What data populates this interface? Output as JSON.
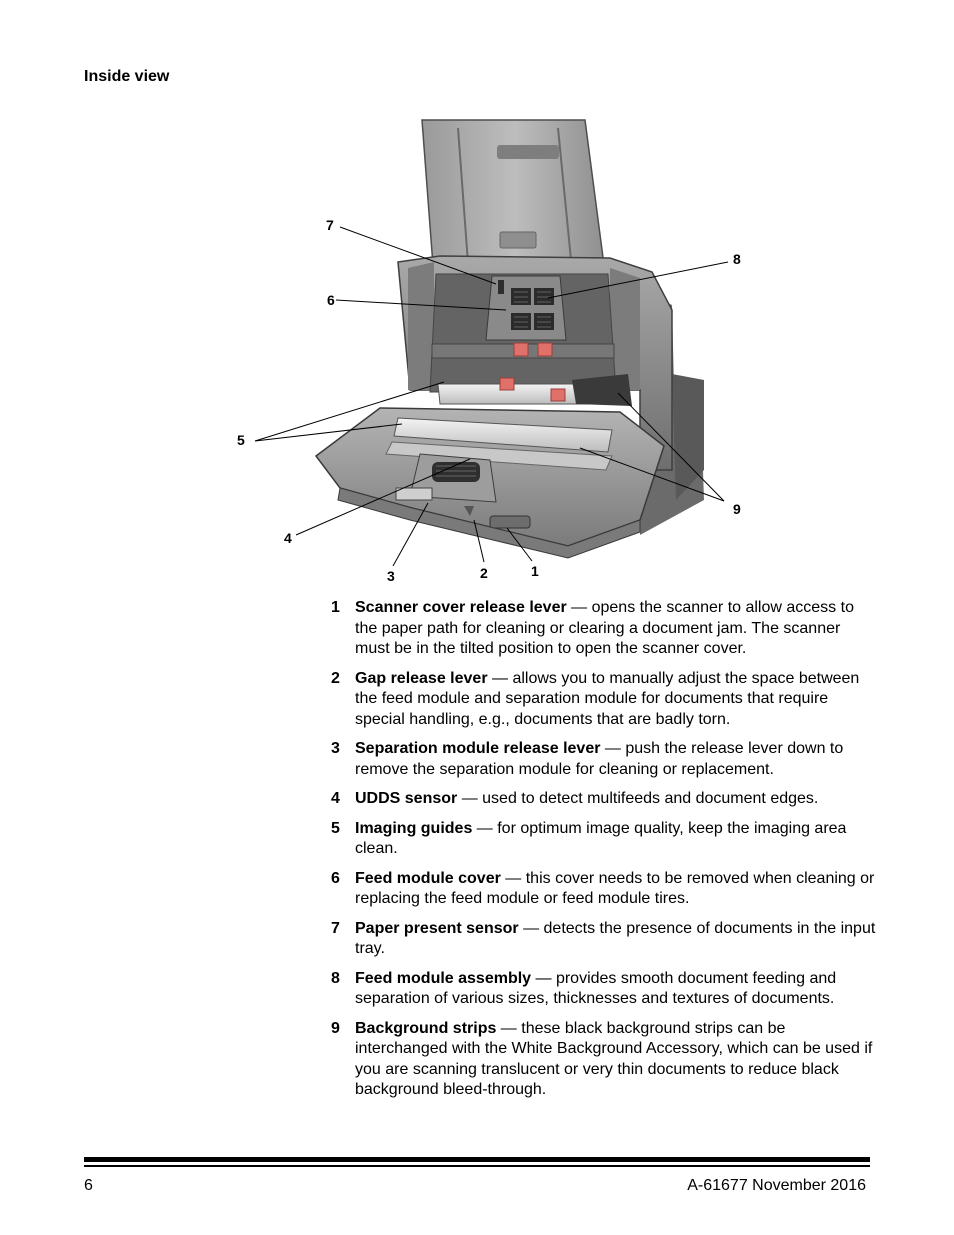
{
  "heading": "Inside view",
  "callouts": {
    "c1": "1",
    "c2": "2",
    "c3": "3",
    "c4": "4",
    "c5": "5",
    "c6": "6",
    "c7": "7",
    "c8": "8",
    "c9": "9"
  },
  "items": [
    {
      "num": "1",
      "term": "Scanner cover release lever",
      "desc": " — opens the scanner to allow access to the paper path for cleaning or clearing a document jam. The scanner must be in the tilted position to open the scanner cover."
    },
    {
      "num": "2",
      "term": "Gap release lever",
      "desc": " — allows you to manually adjust the space between the feed module and separation module for documents that require special handling, e.g., documents that are badly torn."
    },
    {
      "num": "3",
      "term": "Separation module release lever",
      "desc": " — push the release lever down to remove the separation module for cleaning or replacement."
    },
    {
      "num": "4",
      "term": "UDDS sensor",
      "desc": " — used to detect multifeeds and document edges."
    },
    {
      "num": "5",
      "term": "Imaging guides",
      "desc": " — for optimum image quality, keep the imaging area clean."
    },
    {
      "num": "6",
      "term": "Feed module cover",
      "desc": " — this cover needs to be removed when cleaning or replacing the feed module or feed module tires."
    },
    {
      "num": "7",
      "term": "Paper present sensor",
      "desc": " — detects the presence of documents in the input tray."
    },
    {
      "num": "8",
      "term": "Feed module assembly",
      "desc": " — provides smooth document feeding and separation of various sizes, thicknesses and textures of documents."
    },
    {
      "num": "9",
      "term": "Background strips",
      "desc": " — these black background strips can be interchanged with the White Background Accessory, which can be used if you are scanning translucent or very thin documents to reduce black background bleed-through."
    }
  ],
  "footer": {
    "page_number": "6",
    "doc_ref": "A-61677  November 2016"
  },
  "colors": {
    "scanner_body": "#8c8c8c",
    "scanner_dark": "#5a5a5a",
    "accent_pads": "#e0706a"
  }
}
